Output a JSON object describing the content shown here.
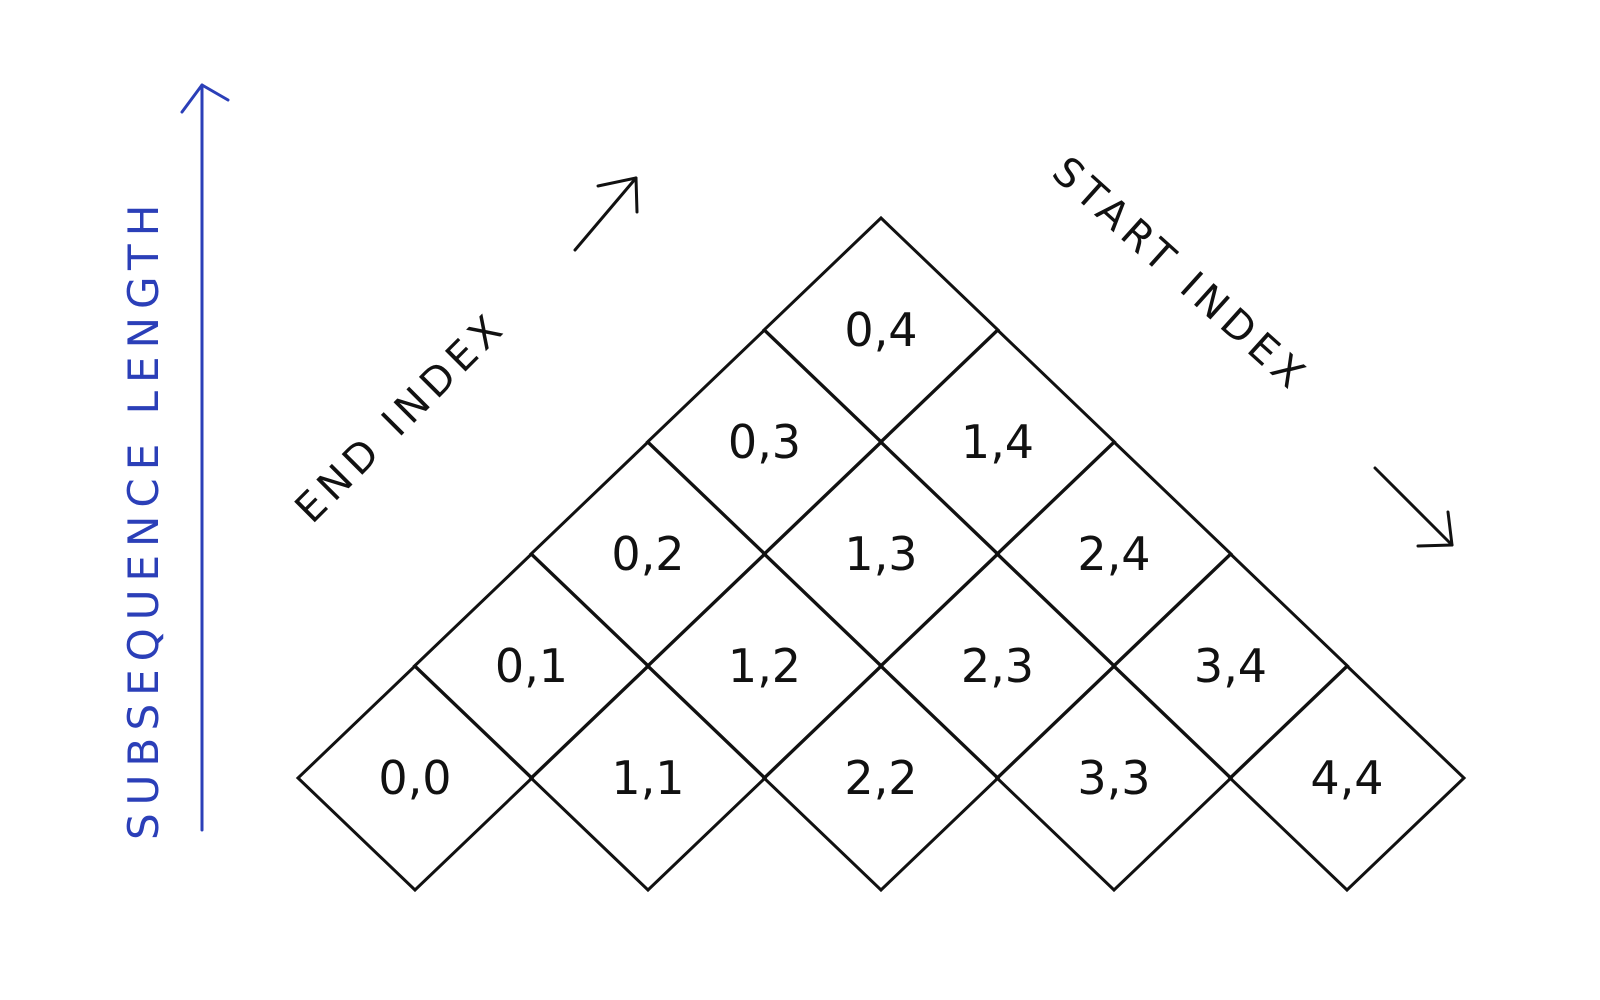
{
  "labels": {
    "length_axis": "SUBSEQUENCE LENGTH",
    "end_axis": "END INDEX",
    "start_axis": "START INDEX"
  },
  "colors": {
    "ink": "#111111",
    "blue_ink": "#2b3fb8"
  },
  "cells": [
    {
      "start": 0,
      "end": 0,
      "label": "0,0"
    },
    {
      "start": 1,
      "end": 1,
      "label": "1,1"
    },
    {
      "start": 2,
      "end": 2,
      "label": "2,2"
    },
    {
      "start": 3,
      "end": 3,
      "label": "3,3"
    },
    {
      "start": 4,
      "end": 4,
      "label": "4,4"
    },
    {
      "start": 0,
      "end": 1,
      "label": "0,1"
    },
    {
      "start": 1,
      "end": 2,
      "label": "1,2"
    },
    {
      "start": 2,
      "end": 3,
      "label": "2,3"
    },
    {
      "start": 3,
      "end": 4,
      "label": "3,4"
    },
    {
      "start": 0,
      "end": 2,
      "label": "0,2"
    },
    {
      "start": 1,
      "end": 3,
      "label": "1,3"
    },
    {
      "start": 2,
      "end": 4,
      "label": "2,4"
    },
    {
      "start": 0,
      "end": 3,
      "label": "0,3"
    },
    {
      "start": 1,
      "end": 4,
      "label": "1,4"
    },
    {
      "start": 0,
      "end": 4,
      "label": "0,4"
    }
  ]
}
